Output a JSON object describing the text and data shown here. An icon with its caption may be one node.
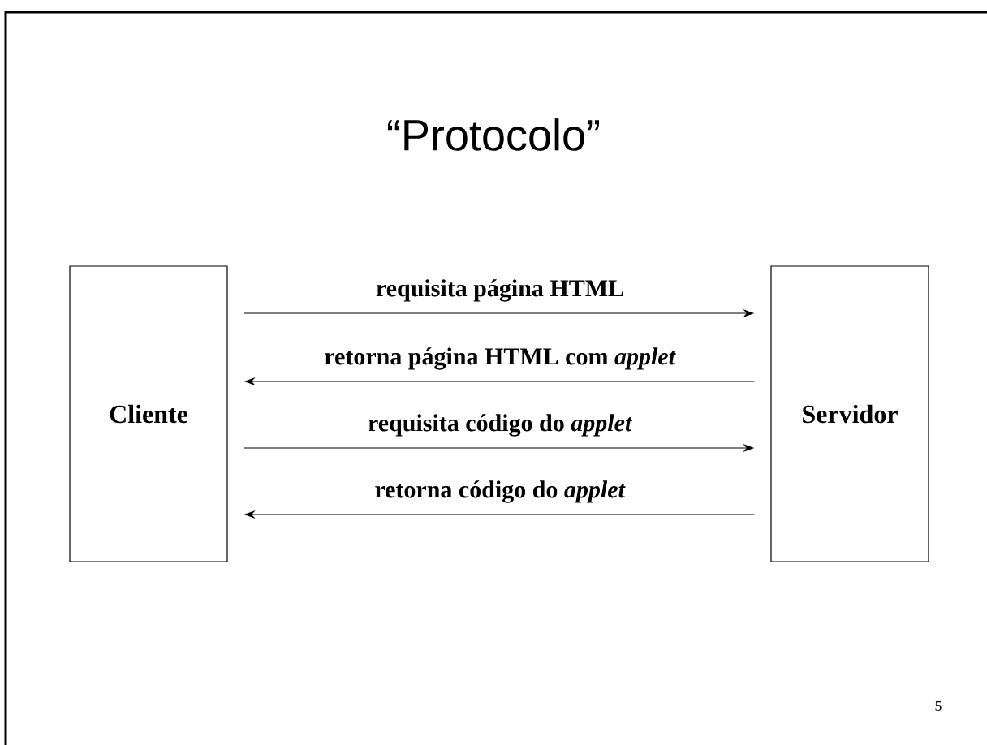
{
  "diagram": {
    "title": "“Protocolo”",
    "nodes": [
      {
        "text": [
          "Cliente"
        ]
      },
      {
        "text": [
          "Servidor"
        ]
      }
    ],
    "edges": [
      {
        "from": 0,
        "to": 1,
        "arrow": "to",
        "label": "requisita página HTML"
      },
      {
        "from": 1,
        "to": 0,
        "arrow": "to",
        "label": "retorna página HTML com *applet*"
      },
      {
        "from": 0,
        "to": 1,
        "arrow": "to",
        "label": "requisita código do *applet*"
      },
      {
        "from": 1,
        "to": 0,
        "arrow": "to",
        "label": "retorna código do *applet*"
      }
    ],
    "labels": [
      "5"
    ]
  }
}
